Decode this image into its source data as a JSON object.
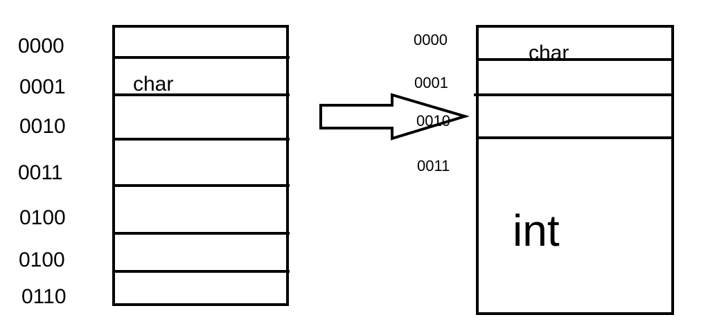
{
  "left_memory": {
    "addresses": [
      "0000",
      "0001",
      "0010",
      "0011",
      "0100",
      "0100",
      "0110"
    ],
    "cell_label": "char"
  },
  "right_memory": {
    "addresses": [
      "0000",
      "0001",
      "0010",
      "0011"
    ],
    "char_label": "char",
    "int_label": "int"
  }
}
